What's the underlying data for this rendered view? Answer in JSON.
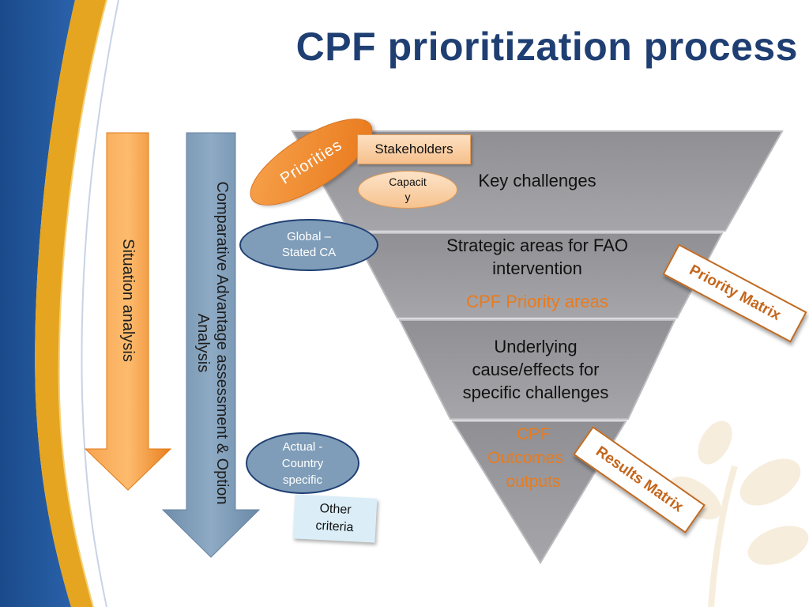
{
  "title": "CPF prioritization process",
  "left_arrows": {
    "situation": "Situation analysis",
    "comparative": "Comparative Advantage assessment & Option Analysis"
  },
  "funnel": {
    "tier1": "Key challenges",
    "tier2_line1": "Strategic areas for FAO",
    "tier2_line2": "intervention",
    "tier2_sub": "CPF Priority areas",
    "tier3_line1": "Underlying",
    "tier3_line2": "cause/effects for",
    "tier3_line3": "specific challenges",
    "tier4_line1": "CPF",
    "tier4_line2": "Outcomes",
    "tier4_line3": "outputs"
  },
  "shapes": {
    "priorities": "Priorities",
    "stakeholders": "Stakeholders",
    "capacity_line1": "Capacit",
    "capacity_line2": "y",
    "global_line1": "Global –",
    "global_line2": "Stated CA",
    "actual_line1": "Actual -",
    "actual_line2": "Country",
    "actual_line3": "specific",
    "other_line1": "Other",
    "other_line2": "criteria"
  },
  "tags": {
    "priority_matrix": "Priority Matrix",
    "results_matrix": "Results Matrix"
  },
  "colors": {
    "title": "#1f3f73",
    "left_band_blue": "#1d4f8f",
    "gold_curve": "#e3a21a",
    "orange_arrow": "#f08a24",
    "steel_arrow": "#7f9db8",
    "funnel_gray": "#8e8e93",
    "tier_text_orange": "#e87b1e",
    "ellipse_blue": "#7f9db8",
    "ellipse_border": "#1f3f73",
    "tag_orange": "#c4661c"
  }
}
